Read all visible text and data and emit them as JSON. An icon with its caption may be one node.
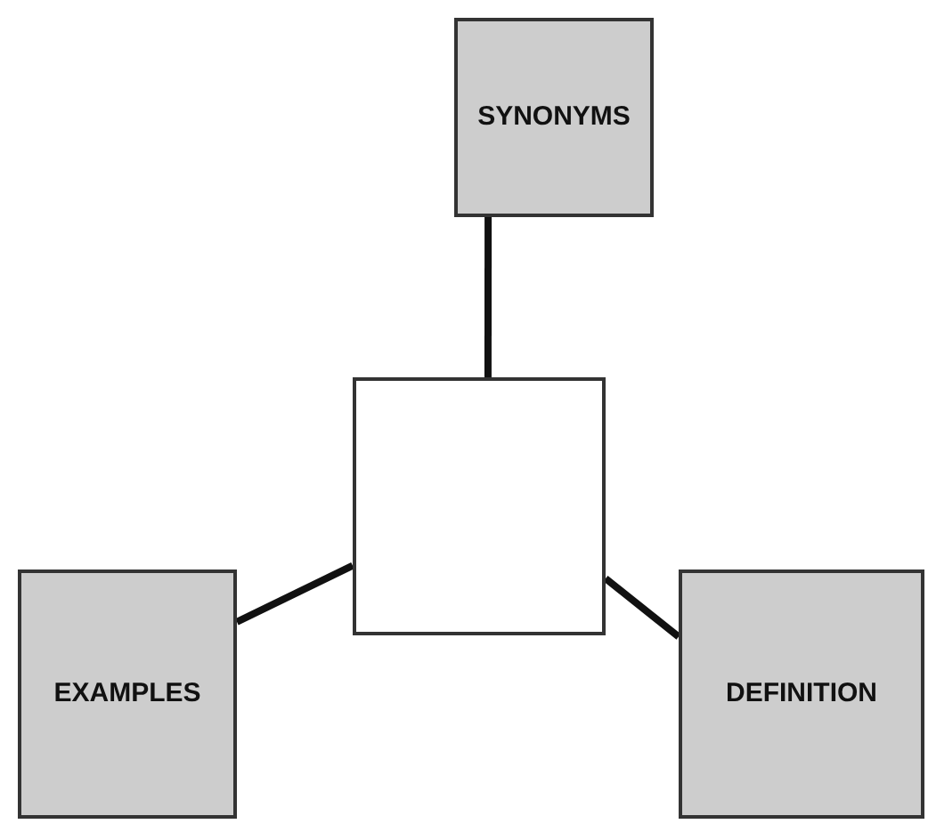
{
  "diagram": {
    "nodes": [
      {
        "text": [
          "SYNONYMS"
        ]
      },
      {
        "text": [],
        "shape": "box"
      },
      {
        "text": [
          "EXAMPLES"
        ]
      },
      {
        "text": [
          "DEFINITION"
        ]
      }
    ],
    "edges": [
      {
        "from": 0,
        "to": 1,
        "arrow": "none"
      },
      {
        "from": 1,
        "to": 2,
        "arrow": "none"
      },
      {
        "from": 1,
        "to": 3,
        "arrow": "none"
      }
    ]
  }
}
